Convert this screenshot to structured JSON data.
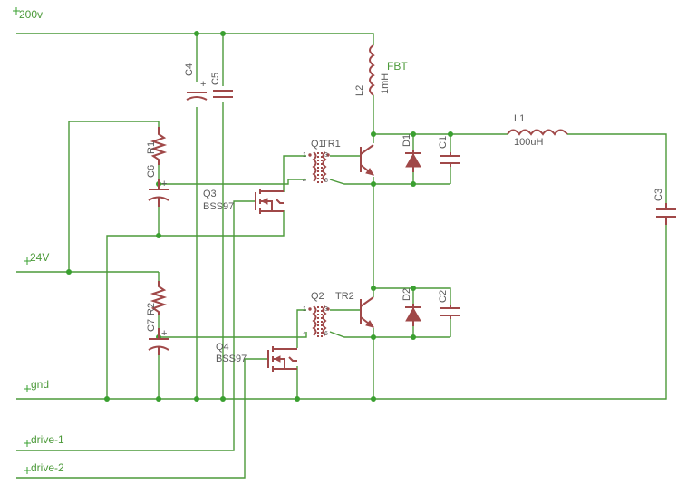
{
  "nets": {
    "v200": "200v",
    "v24": "24V",
    "gnd": "gnd",
    "drive1": "drive-1",
    "drive2": "drive-2",
    "fbt": "FBT"
  },
  "parts": {
    "c4": "C4",
    "c5": "C5",
    "c6": "C6",
    "c7": "C7",
    "c1": "C1",
    "c2": "C2",
    "c3": "C3",
    "r1": "R1",
    "r2": "R2",
    "l1": "L1",
    "l1_val": "100uH",
    "l2": "L2",
    "l2_val": "1mH",
    "q1": "Q1",
    "q2": "Q2",
    "tr1": "TR1",
    "tr2": "TR2",
    "d1": "D1",
    "d2": "D2",
    "q3": "Q3",
    "q3_val": "BSS97",
    "q4": "Q4",
    "q4_val": "BSS97"
  },
  "pins": {
    "p1": "1",
    "p3": "3",
    "p4": "4",
    "p6": "6"
  },
  "colors": {
    "wire": "#4c9a3a",
    "part": "#a04848",
    "junction": "#3aa030",
    "text": "#5a5a5a"
  }
}
